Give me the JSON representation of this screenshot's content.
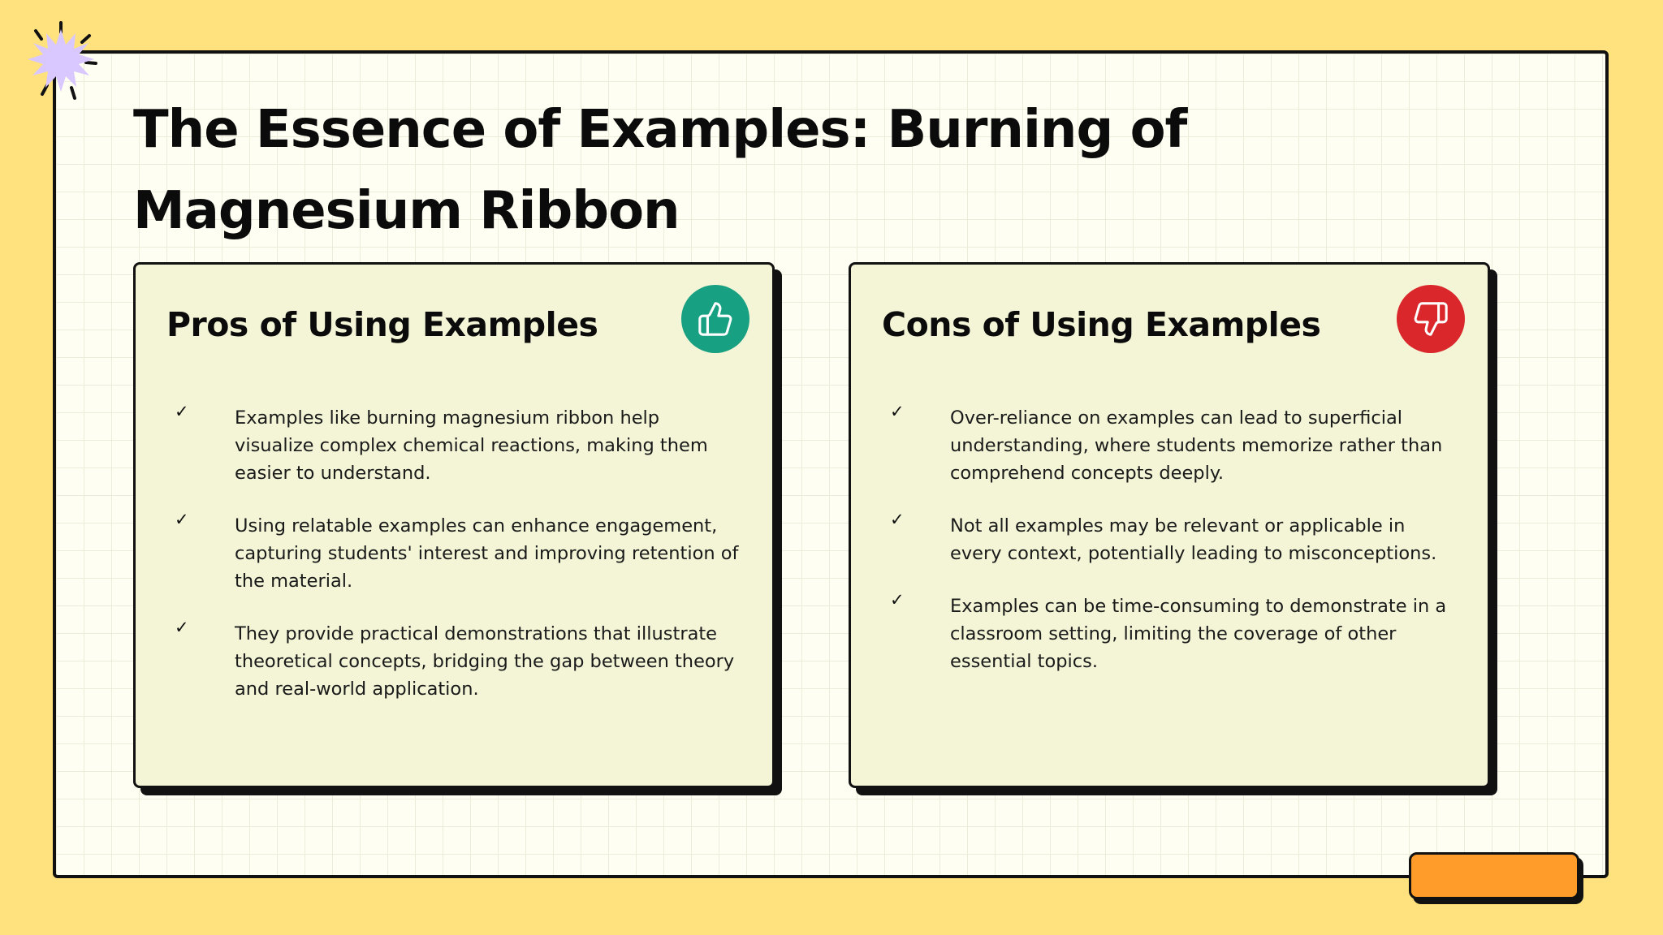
{
  "slide": {
    "title": "The Essence of Examples: Burning of Magnesium Ribbon"
  },
  "pros": {
    "title": "Pros of Using Examples",
    "icon": "thumbs-up-icon",
    "badge_color": "#17A081",
    "items": [
      {
        "check": "✓",
        "text": "Examples like burning magnesium ribbon help visualize complex chemical reactions, making them easier to understand."
      },
      {
        "check": "✓",
        "text": "Using relatable examples can enhance engagement, capturing students' interest and improving retention of the material."
      },
      {
        "check": "✓",
        "text": "They provide practical demonstrations that illustrate theoretical concepts, bridging the gap between theory and real-world application."
      }
    ]
  },
  "cons": {
    "title": "Cons of Using Examples",
    "icon": "thumbs-down-icon",
    "badge_color": "#D9272B",
    "items": [
      {
        "check": "✓",
        "text": "Over-reliance on examples can lead to superficial understanding, where students memorize rather than comprehend concepts deeply."
      },
      {
        "check": "✓",
        "text": "Not all examples may be relevant or applicable in every context, potentially leading to misconceptions."
      },
      {
        "check": "✓",
        "text": "Examples can be time-consuming to demonstrate in a classroom setting, limiting the coverage of other essential topics."
      }
    ]
  },
  "theme": {
    "background": "#FFE27D",
    "frame": "#FFFEF2",
    "card": "#F3F5D6",
    "accent_burst": "#D9C7FF",
    "accent_tab": "#FF9C2A"
  }
}
